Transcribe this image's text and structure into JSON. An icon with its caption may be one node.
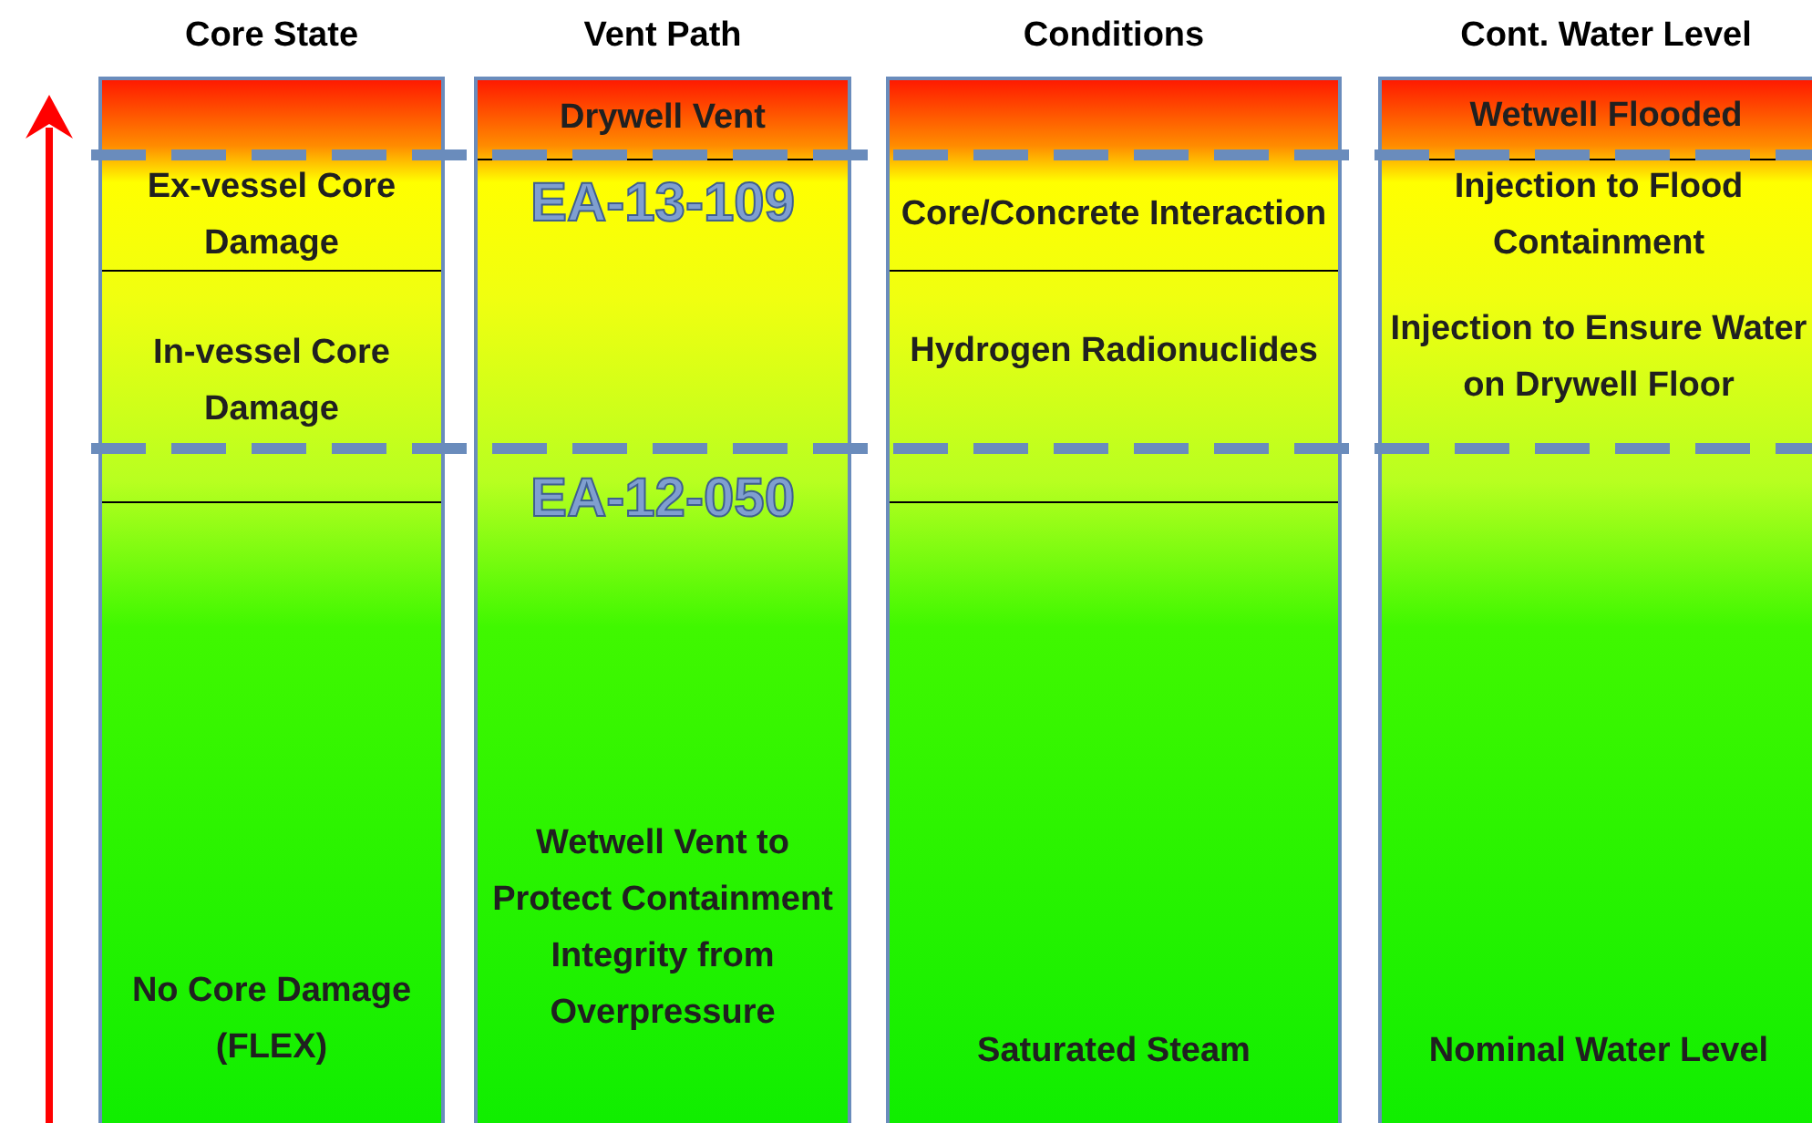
{
  "diagram": {
    "nodes": [
      {
        "text": [
          "Core State"
        ]
      },
      {
        "text": [
          "Ex-vessel Core Damage"
        ],
        "in": 0
      },
      {
        "text": [
          "In-vessel Core Damage"
        ],
        "in": 0
      },
      {
        "text": [
          "No Core Damage (FLEX)"
        ],
        "in": 0
      },
      {
        "text": [
          "Vent Path"
        ]
      },
      {
        "text": [
          "Drywell Vent"
        ],
        "in": 4
      },
      {
        "text": [
          "Wetwell Vent to Protect Containment Integrity from Overpressure"
        ],
        "in": 4
      },
      {
        "text": [
          "Conditions"
        ]
      },
      {
        "text": [
          "Core/Concrete Interaction"
        ],
        "in": 7
      },
      {
        "text": [
          "Hydrogen Radionuclides"
        ],
        "in": 7
      },
      {
        "text": [
          "Saturated Steam"
        ],
        "in": 7
      },
      {
        "text": [
          "Cont. Water Level"
        ]
      },
      {
        "text": [
          "Wetwell Flooded"
        ],
        "in": 11
      },
      {
        "text": [
          "Injection to Flood Containment"
        ],
        "in": 11
      },
      {
        "text": [
          "Injection to Ensure Water on Drywell Floor"
        ],
        "in": 11
      },
      {
        "text": [
          "Nominal Water Level"
        ],
        "in": 11
      }
    ],
    "labels": [
      "EA-13-109",
      "EA-12-050"
    ]
  }
}
